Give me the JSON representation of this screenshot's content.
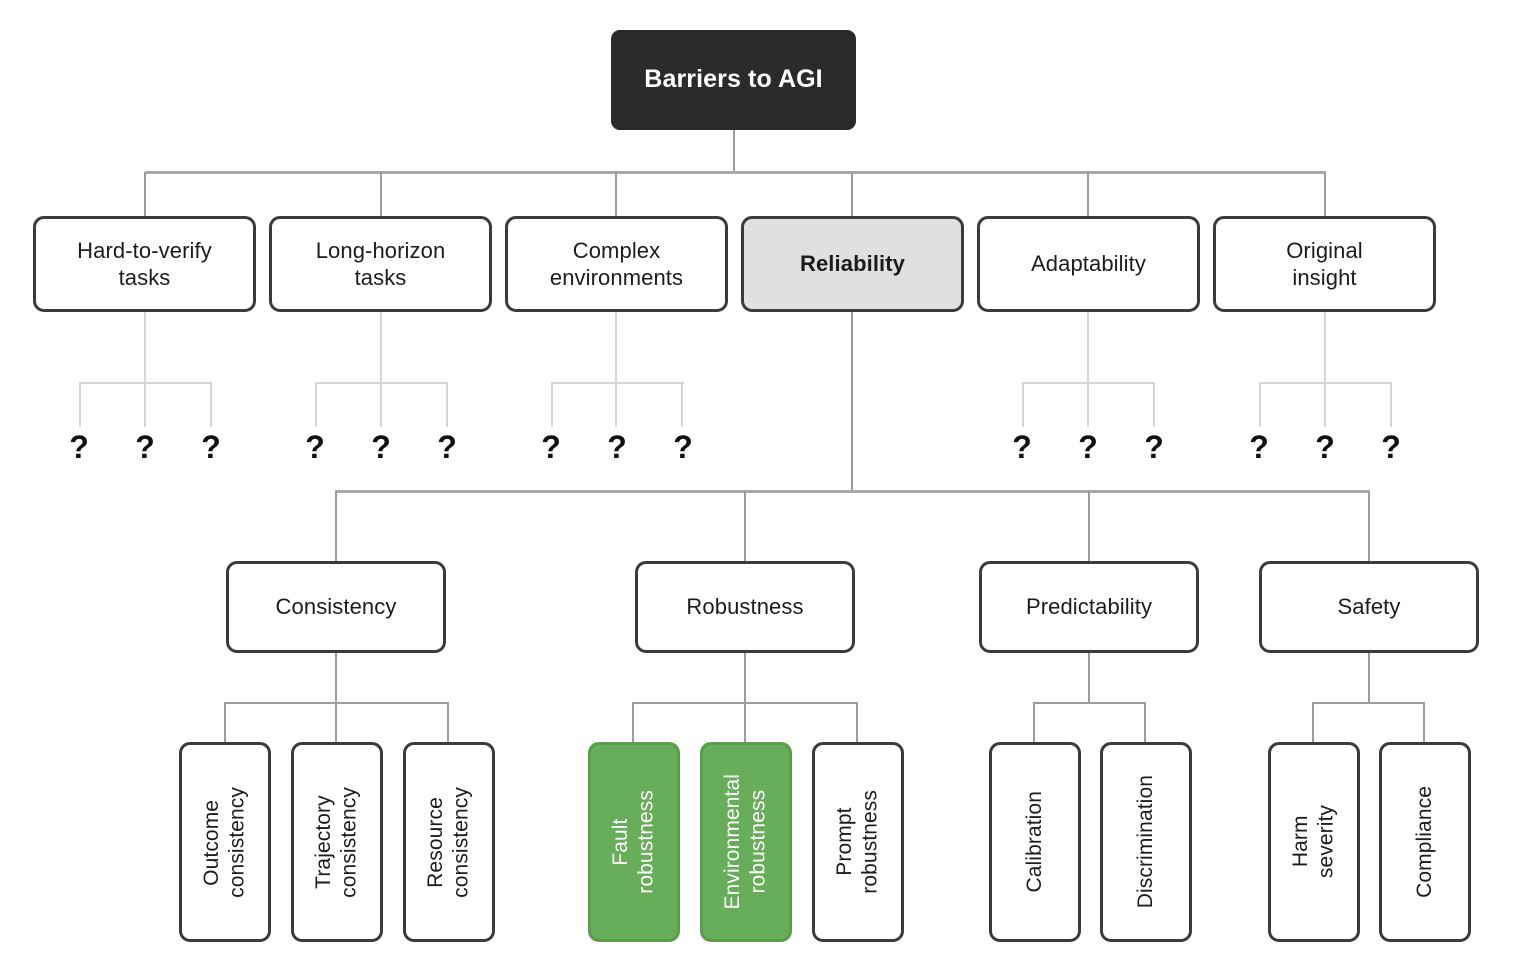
{
  "diagram": {
    "title": "Barriers to AGI",
    "type": "hierarchy-tree",
    "colors": {
      "root_fill": "#2b2b2b",
      "root_text": "#ffffff",
      "node_border": "#3b3b3b",
      "node_fill": "#ffffff",
      "highlight_fill": "#e0e0e0",
      "green_fill": "#68ad5a",
      "green_border": "#5a9d4d",
      "connector": "#9c9c9c",
      "connector_light": "#d6d6d6"
    },
    "placeholder_symbol": "?"
  },
  "root": {
    "label": "Barriers to AGI"
  },
  "level2": [
    {
      "label": "Hard-to-verify\ntasks",
      "highlight": false,
      "children": "unknown"
    },
    {
      "label": "Long-horizon\ntasks",
      "highlight": false,
      "children": "unknown"
    },
    {
      "label": "Complex\nenvironments",
      "highlight": false,
      "children": "unknown"
    },
    {
      "label": "Reliability",
      "highlight": true,
      "children": "expanded"
    },
    {
      "label": "Adaptability",
      "highlight": false,
      "children": "unknown"
    },
    {
      "label": "Original\ninsight",
      "highlight": false,
      "children": "unknown"
    }
  ],
  "placeholders": {
    "hard_to_verify": [
      "?",
      "?",
      "?"
    ],
    "long_horizon": [
      "?",
      "?",
      "?"
    ],
    "complex_environments": [
      "?",
      "?",
      "?"
    ],
    "adaptability": [
      "?",
      "?",
      "?"
    ],
    "original_insight": [
      "?",
      "?",
      "?"
    ]
  },
  "level3": [
    {
      "label": "Consistency"
    },
    {
      "label": "Robustness"
    },
    {
      "label": "Predictability"
    },
    {
      "label": "Safety"
    }
  ],
  "level4": {
    "consistency": [
      {
        "label": "Outcome\nconsistency",
        "green": false
      },
      {
        "label": "Trajectory\nconsistency",
        "green": false
      },
      {
        "label": "Resource\nconsistency",
        "green": false
      }
    ],
    "robustness": [
      {
        "label": "Fault\nrobustness",
        "green": true
      },
      {
        "label": "Environmental\nrobustness",
        "green": true
      },
      {
        "label": "Prompt\nrobustness",
        "green": false
      }
    ],
    "predictability": [
      {
        "label": "Calibration",
        "green": false
      },
      {
        "label": "Discrimination",
        "green": false
      }
    ],
    "safety": [
      {
        "label": "Harm\nseverity",
        "green": false
      },
      {
        "label": "Compliance",
        "green": false
      }
    ]
  }
}
